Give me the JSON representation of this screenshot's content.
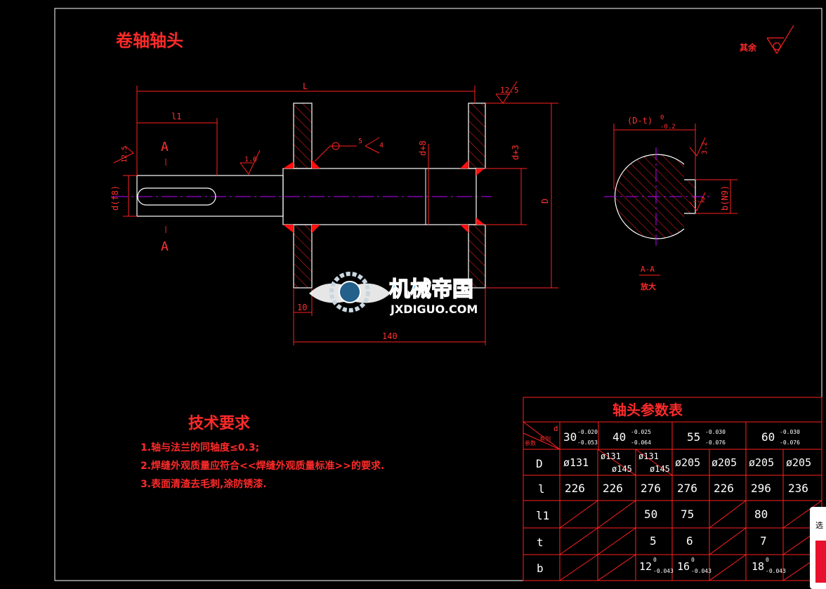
{
  "drawing": {
    "title": "卷轴轴头",
    "surface_note": "其余",
    "roughness": {
      "top": "12.5",
      "left": "12.5",
      "shaft": "1.6",
      "weld": "5",
      "weld2": "4",
      "keyway": "3.2",
      "keyway2": "3.2"
    },
    "dims": {
      "L": "L",
      "l1": "l1",
      "d8": "d+8",
      "d3": "d+3",
      "D": "D",
      "df8": "d(f8)",
      "dim10": "10",
      "dim140": "140",
      "Dt": "(D-t)",
      "Dt_tol_up": "0",
      "Dt_tol_lo": "-0.2",
      "bN9": "b(N9)"
    },
    "section": {
      "mark_top": "A",
      "mark_bottom": "A",
      "name": "A-A",
      "scale": "放大"
    }
  },
  "watermark": {
    "cn": "机械帝国",
    "en": "JXDIGUO.COM"
  },
  "tech": {
    "title": "技术要求",
    "items": [
      "1.轴与法兰的同轴度≤0.3;",
      "2.焊缝外观质量应符合<<焊缝外观质量标准>>的要求.",
      "3.表面清渣去毛刺,涂防锈漆."
    ]
  },
  "table": {
    "title": "轴头参数表",
    "corner_d": "d",
    "corner_a": "参数",
    "corner_b": "系列",
    "headers": [
      {
        "v": "30",
        "up": "-0.020",
        "lo": "-0.053"
      },
      {
        "v": "40",
        "up": "-0.025",
        "lo": "-0.064"
      },
      {
        "v": "55",
        "up": "-0.030",
        "lo": "-0.076"
      },
      {
        "v": "60",
        "up": "-0.030",
        "lo": "-0.076"
      }
    ],
    "row_labels": [
      "D",
      "l",
      "l1",
      "t",
      "b"
    ],
    "D": [
      "ø131",
      "ø131",
      "ø145",
      "ø131",
      "ø145",
      "ø205",
      "ø205",
      "ø205",
      "ø205"
    ],
    "l": [
      "226",
      "226",
      "276",
      "276",
      "226",
      "296",
      "236"
    ],
    "l1": [
      "50",
      "75",
      "80"
    ],
    "t": [
      "5",
      "6",
      "7"
    ],
    "b": [
      {
        "v": "12",
        "up": "0",
        "lo": "-0.043"
      },
      {
        "v": "16",
        "up": "0",
        "lo": "-0.043"
      },
      {
        "v": "18",
        "up": "0",
        "lo": "-0.043"
      }
    ]
  },
  "side_tab": {
    "label": "选"
  },
  "colors": {
    "line": "#ff2020",
    "outline": "#ffffff",
    "center": "#c000ff",
    "accent": "#00c8ff"
  }
}
